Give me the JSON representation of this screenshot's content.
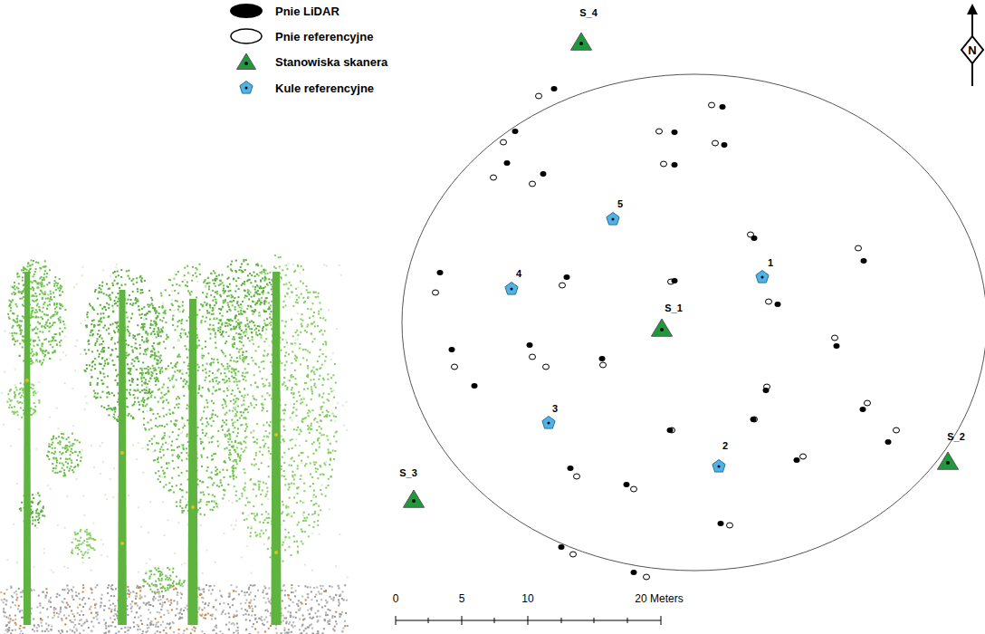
{
  "diagram": {
    "labels": [
      "S_4",
      "S_1",
      "S_2",
      "S_3",
      "1",
      "2",
      "3",
      "4",
      "5",
      "0",
      "5",
      "10",
      "20 Meters",
      "N"
    ],
    "legend": [
      {
        "text": "Pnie LiDAR"
      },
      {
        "text": "Pnie referencyjne"
      },
      {
        "text": "Stanowiska skanera"
      },
      {
        "text": "Kule referencyjne"
      }
    ]
  }
}
